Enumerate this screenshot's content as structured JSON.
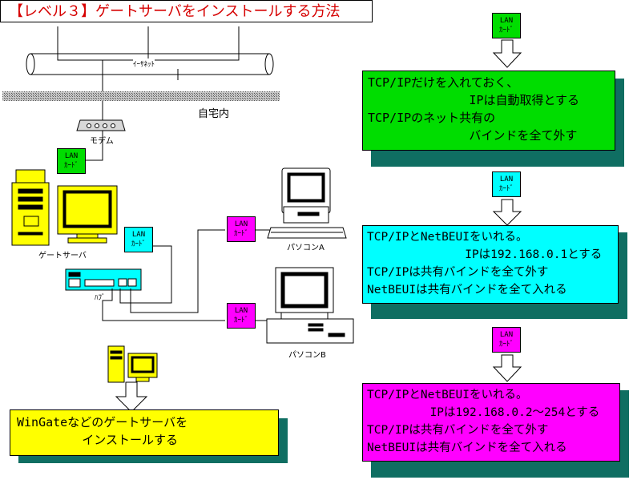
{
  "title": "【レベル３】ゲートサーバをインストールする方法",
  "labels": {
    "ethernet": "ｲｰｻﾈｯﾄ",
    "home": "自宅内",
    "modem": "モデム",
    "gateway_server": "ゲートサーバ",
    "hub": "ﾊﾌﾞ",
    "pc_a": "パソコンA",
    "pc_b": "パソコンB"
  },
  "lan_card": {
    "line1": "LAN",
    "line2": "ｶｰﾄﾞ"
  },
  "colors": {
    "title_text": "#d60000",
    "green": "#00dd00",
    "cyan": "#00ffff",
    "magenta": "#ff00ff",
    "yellow": "#ffff00",
    "shadow": "#0f6e62"
  },
  "steps": [
    {
      "color": "green",
      "lines": [
        "TCP/IPだけを入れておく、",
        "              IPは自動取得とする",
        "TCP/IPのネット共有の",
        "              バインドを全て外す"
      ]
    },
    {
      "color": "cyan",
      "lines": [
        "TCP/IPとNetBEUIをいれる。",
        "              IPは192.168.0.1とする",
        "TCP/IPは共有バインドを全て外す",
        "NetBEUIは共有バインドを全て入れる"
      ]
    },
    {
      "color": "magenta",
      "lines": [
        "TCP/IPとNetBEUIをいれる。",
        "         IPは192.168.0.2～254とする",
        "TCP/IPは共有バインドを全て外す",
        "NetBEUIは共有バインドを全て入れる"
      ]
    }
  ],
  "install_note": {
    "color": "yellow",
    "lines": [
      "WinGateなどのゲートサーバを",
      "         インストールする"
    ]
  }
}
